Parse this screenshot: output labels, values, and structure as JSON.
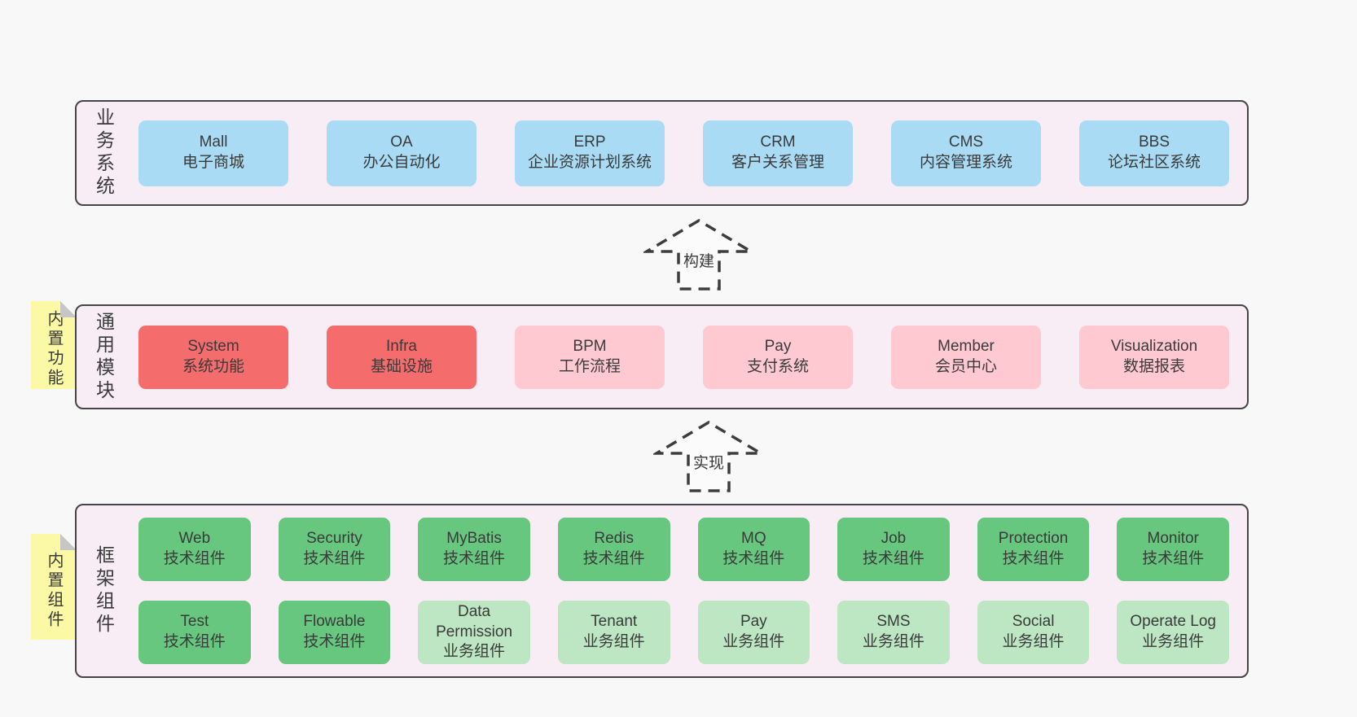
{
  "palette": {
    "page_bg": "#f8f8f8",
    "band_bg": "#f8edf5",
    "band_border": "#454545",
    "blue_box": "#a9dbf5",
    "red_box": "#f56c6c",
    "pink_box": "#ffc9d2",
    "green_box": "#68c77f",
    "light_green_box": "#bde6c3",
    "sticky_yellow": "#fbf9a5",
    "sticky_fold_gray": "#c6c6c6",
    "text": "#3a3a3a"
  },
  "arrows": {
    "build": "构建",
    "implement": "实现"
  },
  "layers": {
    "business": {
      "side_label": "业务系统",
      "boxes": [
        {
          "en": "Mall",
          "zh": "电子商城"
        },
        {
          "en": "OA",
          "zh": "办公自动化"
        },
        {
          "en": "ERP",
          "zh": "企业资源计划系统"
        },
        {
          "en": "CRM",
          "zh": "客户关系管理"
        },
        {
          "en": "CMS",
          "zh": "内容管理系统"
        },
        {
          "en": "BBS",
          "zh": "论坛社区系统"
        }
      ]
    },
    "modules": {
      "sticky_label": "内置功能",
      "side_label": "通用模块",
      "boxes": [
        {
          "en": "System",
          "zh": "系统功能"
        },
        {
          "en": "Infra",
          "zh": "基础设施"
        },
        {
          "en": "BPM",
          "zh": "工作流程"
        },
        {
          "en": "Pay",
          "zh": "支付系统"
        },
        {
          "en": "Member",
          "zh": "会员中心"
        },
        {
          "en": "Visualization",
          "zh": "数据报表"
        }
      ]
    },
    "components": {
      "sticky_label": "内置组件",
      "side_label": "框架组件",
      "row1": [
        {
          "en": "Web",
          "zh": "技术组件"
        },
        {
          "en": "Security",
          "zh": "技术组件"
        },
        {
          "en": "MyBatis",
          "zh": "技术组件"
        },
        {
          "en": "Redis",
          "zh": "技术组件"
        },
        {
          "en": "MQ",
          "zh": "技术组件"
        },
        {
          "en": "Job",
          "zh": "技术组件"
        },
        {
          "en": "Protection",
          "zh": "技术组件"
        },
        {
          "en": "Monitor",
          "zh": "技术组件"
        }
      ],
      "row2": [
        {
          "en": "Test",
          "zh": "技术组件"
        },
        {
          "en": "Flowable",
          "zh": "技术组件"
        },
        {
          "en": "Data Permission",
          "zh": "业务组件"
        },
        {
          "en": "Tenant",
          "zh": "业务组件"
        },
        {
          "en": "Pay",
          "zh": "业务组件"
        },
        {
          "en": "SMS",
          "zh": "业务组件"
        },
        {
          "en": "Social",
          "zh": "业务组件"
        },
        {
          "en": "Operate Log",
          "zh": "业务组件"
        }
      ]
    }
  }
}
